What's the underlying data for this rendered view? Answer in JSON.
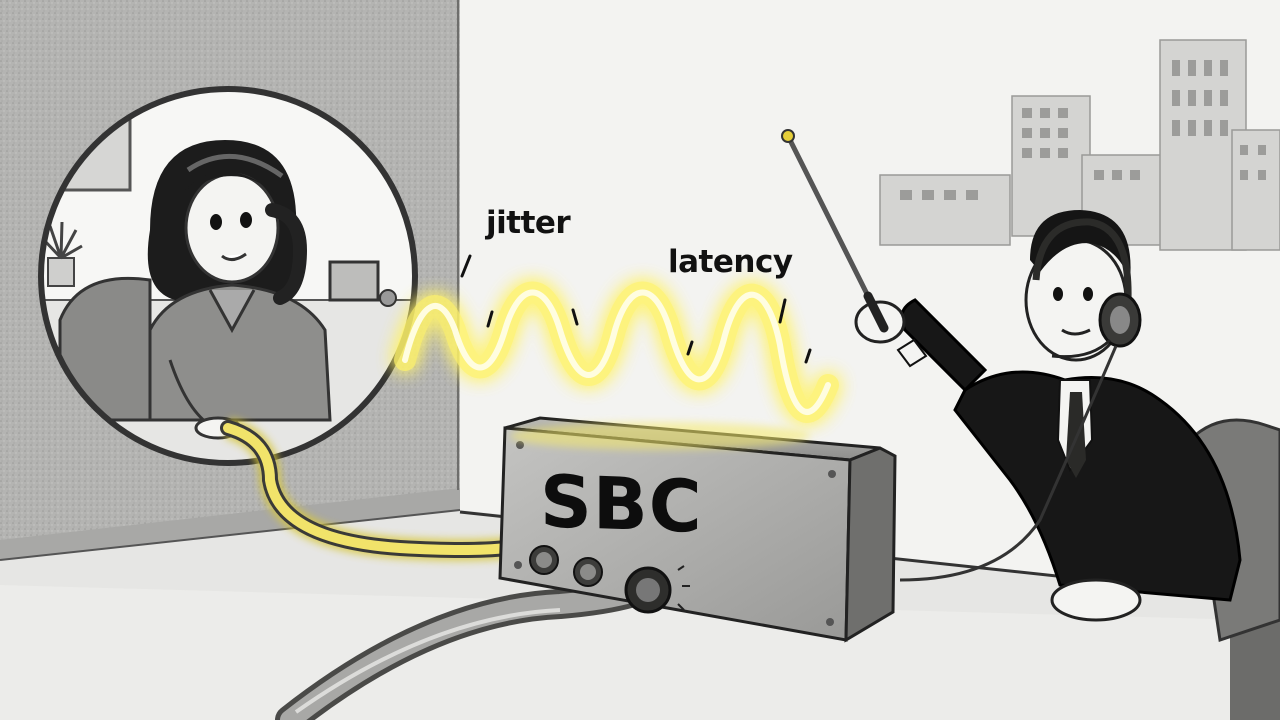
{
  "labels": {
    "jitter": "jitter",
    "latency": "latency"
  },
  "device": {
    "name": "SBC"
  },
  "colors": {
    "signal": "#f5e94a",
    "signal_glow": "#fff36b",
    "ink": "#111111",
    "paper": "#f2f2f0",
    "wall": "#b8b8b6"
  }
}
